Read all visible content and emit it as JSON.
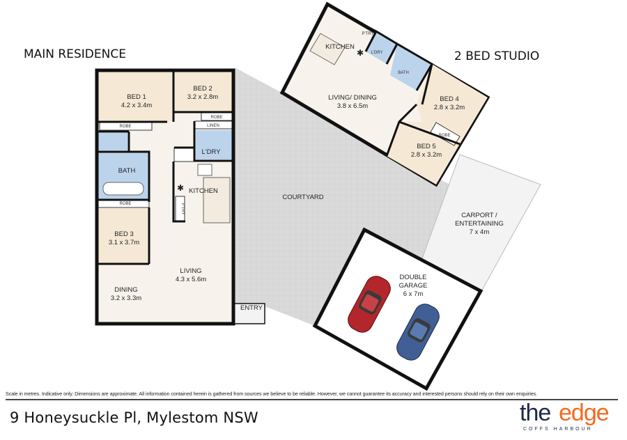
{
  "headings": {
    "main": "MAIN RESIDENCE",
    "studio": "2 BED STUDIO"
  },
  "main_rooms": {
    "bed1": {
      "name": "BED 1",
      "size": "4.2 x 3.4m"
    },
    "bed2": {
      "name": "BED 2",
      "size": "3.2 x 2.8m"
    },
    "bed3": {
      "name": "BED 3",
      "size": "3.1 x 3.7m"
    },
    "robe": "ROBE",
    "linen": "LINEN",
    "laundry": "L'DRY",
    "bath": "BATH",
    "kitchen": "KITCHEN",
    "pantry": "P'TRY",
    "living": {
      "name": "LIVING",
      "size": "4.3 x 5.6m"
    },
    "dining": {
      "name": "DINING",
      "size": "3.2 x 3.3m"
    },
    "entry": "ENTRY"
  },
  "outdoor": {
    "courtyard": "COURTYARD",
    "carport": {
      "name1": "CARPORT /",
      "name2": "ENTERTAINING",
      "size": "7 x 4m"
    },
    "garage": {
      "name1": "DOUBLE",
      "name2": "GARAGE",
      "size": "6 x 7m"
    }
  },
  "studio_rooms": {
    "kitchen": "KITCHEN",
    "pantry": "P'TRY",
    "laundry": "L'DRY",
    "bath": "BATH",
    "living": {
      "name": "LIVING/ DINING",
      "size": "3.8 x 6.5m"
    },
    "bed4": {
      "name": "BED 4",
      "size": "2.8 x 3.2m"
    },
    "bed5": {
      "name": "BED 5",
      "size": "2.8 x 3.2m"
    },
    "robe": "ROBE"
  },
  "footer": {
    "disclaimer": "Scale in metres. Indicative only. Dimensions are approximate. All information contained herein is gathered from sources we believe to be reliable. However, we cannot guarantee its accuracy and interested persons should rely on their own enquiries.",
    "address": "9 Honeysuckle Pl, Mylestom NSW",
    "logo": {
      "the": "the",
      "edge": "edge",
      "sub": "COFFS HARBOUR"
    }
  },
  "colors": {
    "bedroom": "#f5e9d6",
    "wet": "#bcd3ec",
    "floor": "#f7f3ec",
    "courtyard": "#dcdcdc",
    "wall": "#111111",
    "car_red": "#b3262c",
    "car_blue": "#3f5f95",
    "logo_navy": "#1c2a4a",
    "logo_orange": "#f26b1d"
  }
}
